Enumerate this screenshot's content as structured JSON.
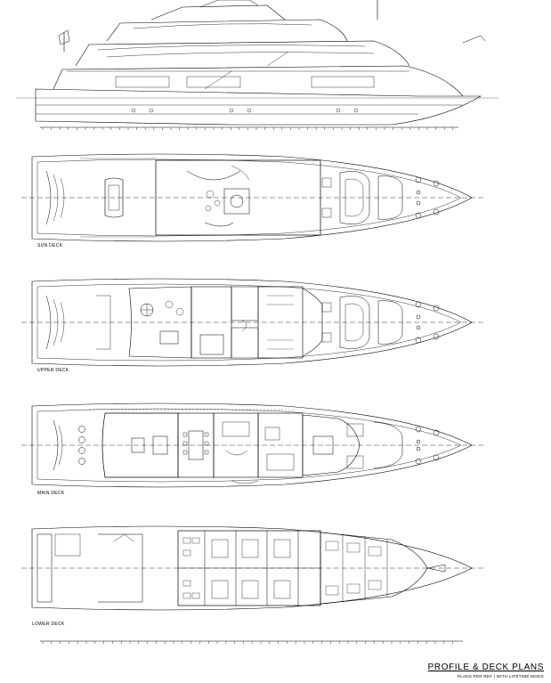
{
  "decks": {
    "sun": "SUN DECK",
    "upper": "UPPER DECK",
    "main": "MAIN DECK",
    "lower": "LOWER DECK"
  },
  "title": {
    "main": "PROFILE & DECK PLANS",
    "sub": "PLANS PER REF | WITH LIFETIME MODS"
  }
}
